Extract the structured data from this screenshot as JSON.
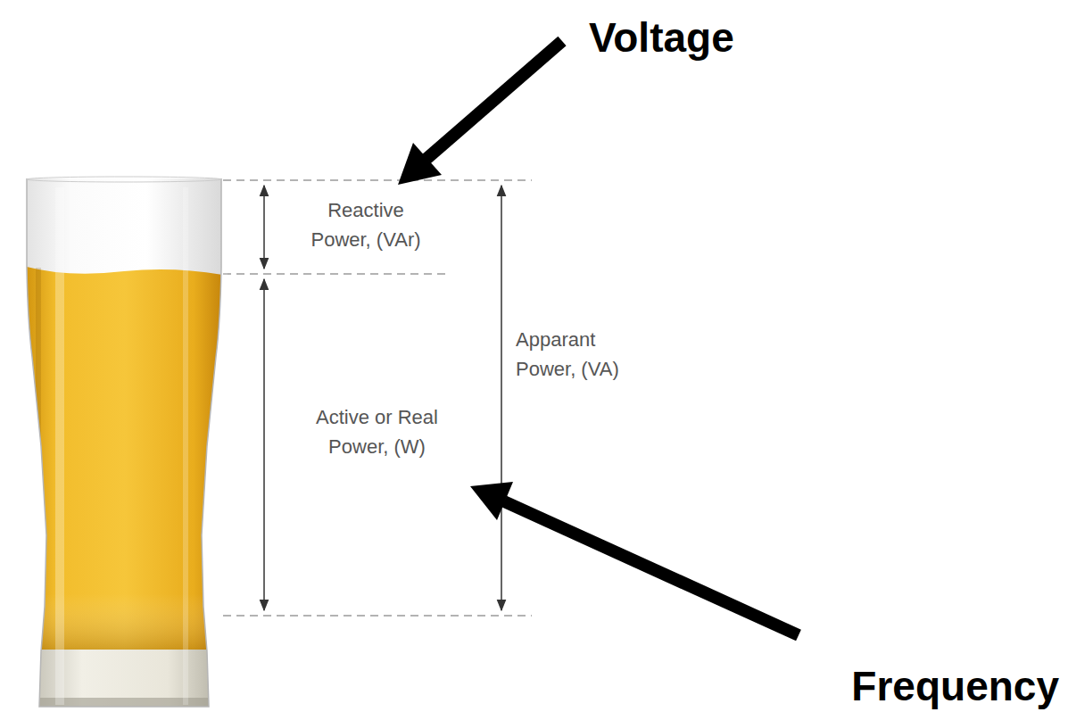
{
  "diagram": {
    "labels": [
      "Voltage",
      "Reactive Power, (VAr)",
      "Apparant Power, (VA)",
      "Active or Real Power, (W)",
      "Frequency"
    ]
  }
}
